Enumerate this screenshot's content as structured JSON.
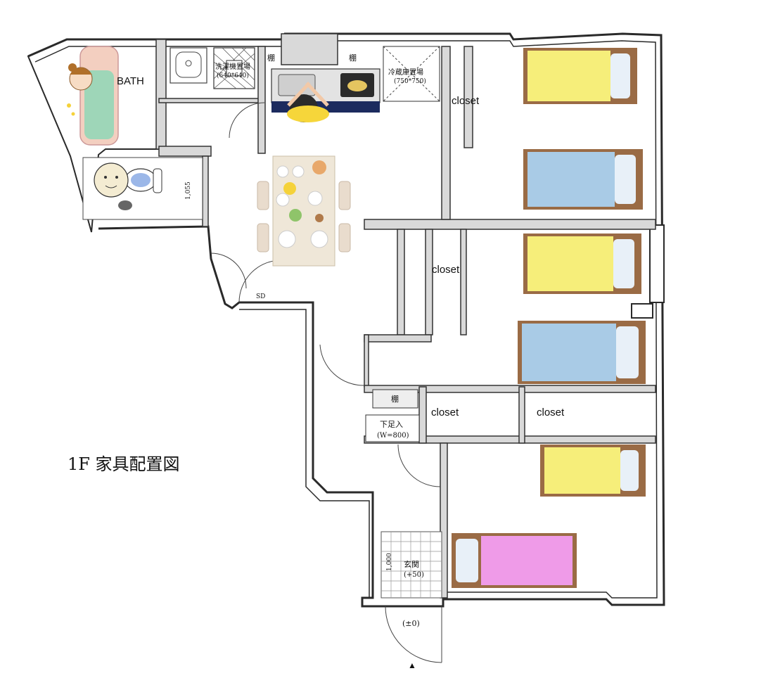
{
  "plan": {
    "title": "1F 家具配置図",
    "labels": {
      "bath": "BATH",
      "closet_1": "closet",
      "closet_2": "closet",
      "closet_3": "closet",
      "closet_4": "closet",
      "shelf_1": "棚",
      "shelf_2": "棚",
      "shelf_3": "棚",
      "washer": "洗濯機置場",
      "washer_size": "(640*640)",
      "fridge": "冷蔵庫置場",
      "fridge_size": "(750*750)",
      "shoe_box": "下足入",
      "shoe_box_size": "(W=800)",
      "entrance": "玄関",
      "entrance_level": "(+50)",
      "outside_level": "(±0)",
      "door_sd": "SD",
      "dim_toilet": "1,055",
      "dim_entrance": "1,000",
      "entry_marker": "▲"
    }
  },
  "colors": {
    "bed_yellow": "#f6ee7a",
    "bed_blue": "#a9cbe6",
    "bed_pink": "#ef9be8",
    "bed_frame": "#9a6b45",
    "pillow": "#e8f0f8",
    "bath_pink": "#f3cfc0",
    "bath_water": "#9ed6b8",
    "table_wood": "#efe7d8",
    "chair": "#e9dccd",
    "kitchen_navy": "#1c2b5e",
    "person_hair": "#2b2b2b",
    "person_shirt": "#f6d63a"
  }
}
